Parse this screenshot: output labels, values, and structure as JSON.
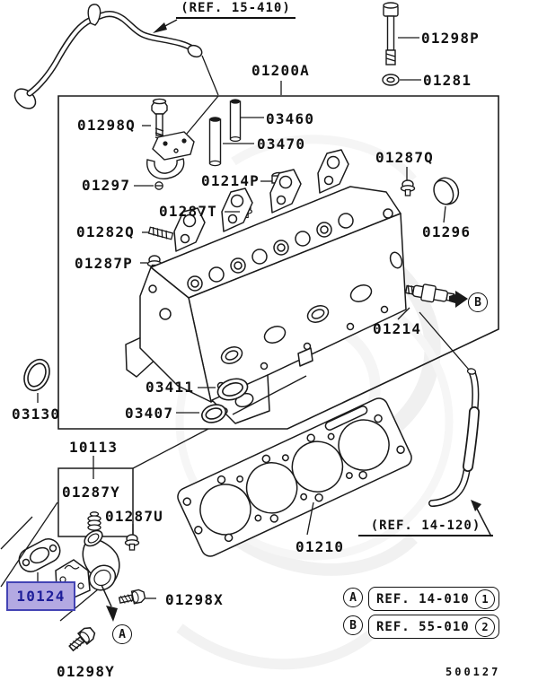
{
  "title": "Cylinder head parts diagram",
  "drawing_code": "500127",
  "highlight": {
    "bg": "#b3a9e2",
    "border": "#4343b4",
    "text": "#1d1d99"
  },
  "labels": {
    "ref15410": "(REF. 15-410)",
    "p01200A": "01200A",
    "p01298P": "01298P",
    "p01281": "01281",
    "p03460": "03460",
    "p03470": "03470",
    "p01298Q": "01298Q",
    "p01297": "01297",
    "p01214P": "01214P",
    "p01287Q": "01287Q",
    "p01287T": "01287T",
    "p01282Q": "01282Q",
    "p01287P": "01287P",
    "p01296": "01296",
    "p01214": "01214",
    "p03411": "03411",
    "p03407": "03407",
    "p03130": "03130",
    "p10113": "10113",
    "p01287Y": "01287Y",
    "p01287U": "01287U",
    "p01210": "01210",
    "ref14120": "(REF. 14-120)",
    "p10124": "10124",
    "p01298X": "01298X",
    "p01298Y": "01298Y"
  },
  "markers": {
    "a": "A",
    "b": "B"
  },
  "legend": [
    {
      "key": "A",
      "ref": "REF. 14-010",
      "num": "1"
    },
    {
      "key": "B",
      "ref": "REF. 55-010",
      "num": "2"
    }
  ]
}
